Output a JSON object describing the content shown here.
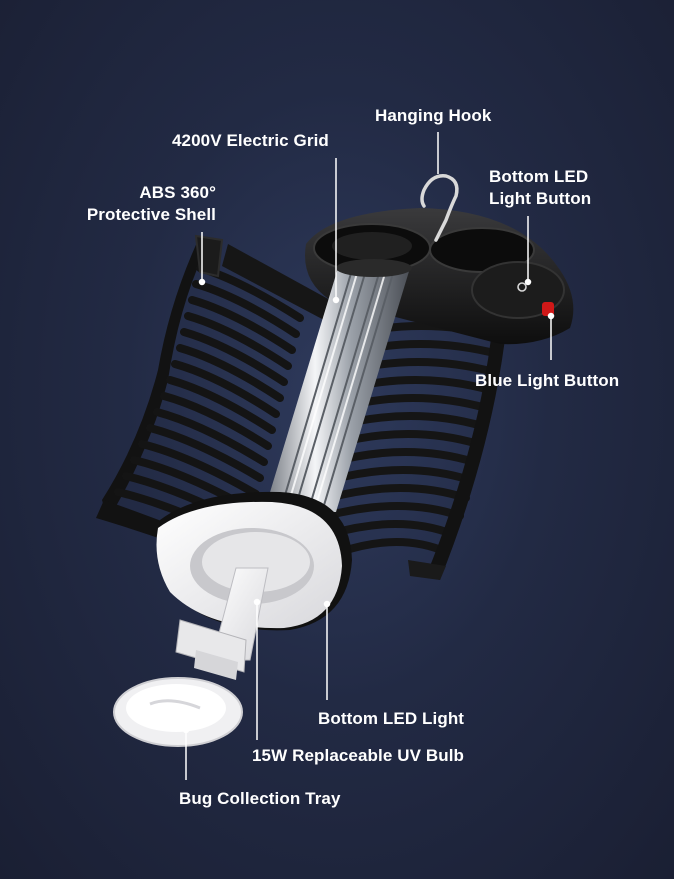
{
  "labels": {
    "hanging_hook": "Hanging Hook",
    "electric_grid": "4200V Electric Grid",
    "protective_shell_line1": "ABS 360°",
    "protective_shell_line2": "Protective Shell",
    "bottom_led_button_line1": "Bottom LED",
    "bottom_led_button_line2": "Light Button",
    "blue_light_button": "Blue Light Button",
    "bottom_led_light": "Bottom LED Light",
    "uv_bulb": "15W Replaceable UV Bulb",
    "bug_tray": "Bug Collection Tray"
  },
  "colors": {
    "background": "#222a44",
    "label_text": "#ffffff",
    "leader_line": "#ffffff",
    "shell_black": "#141414",
    "grid_silver": "#c9ccd2",
    "plastic_white": "#f2f2f2",
    "button_red": "#d01818"
  }
}
